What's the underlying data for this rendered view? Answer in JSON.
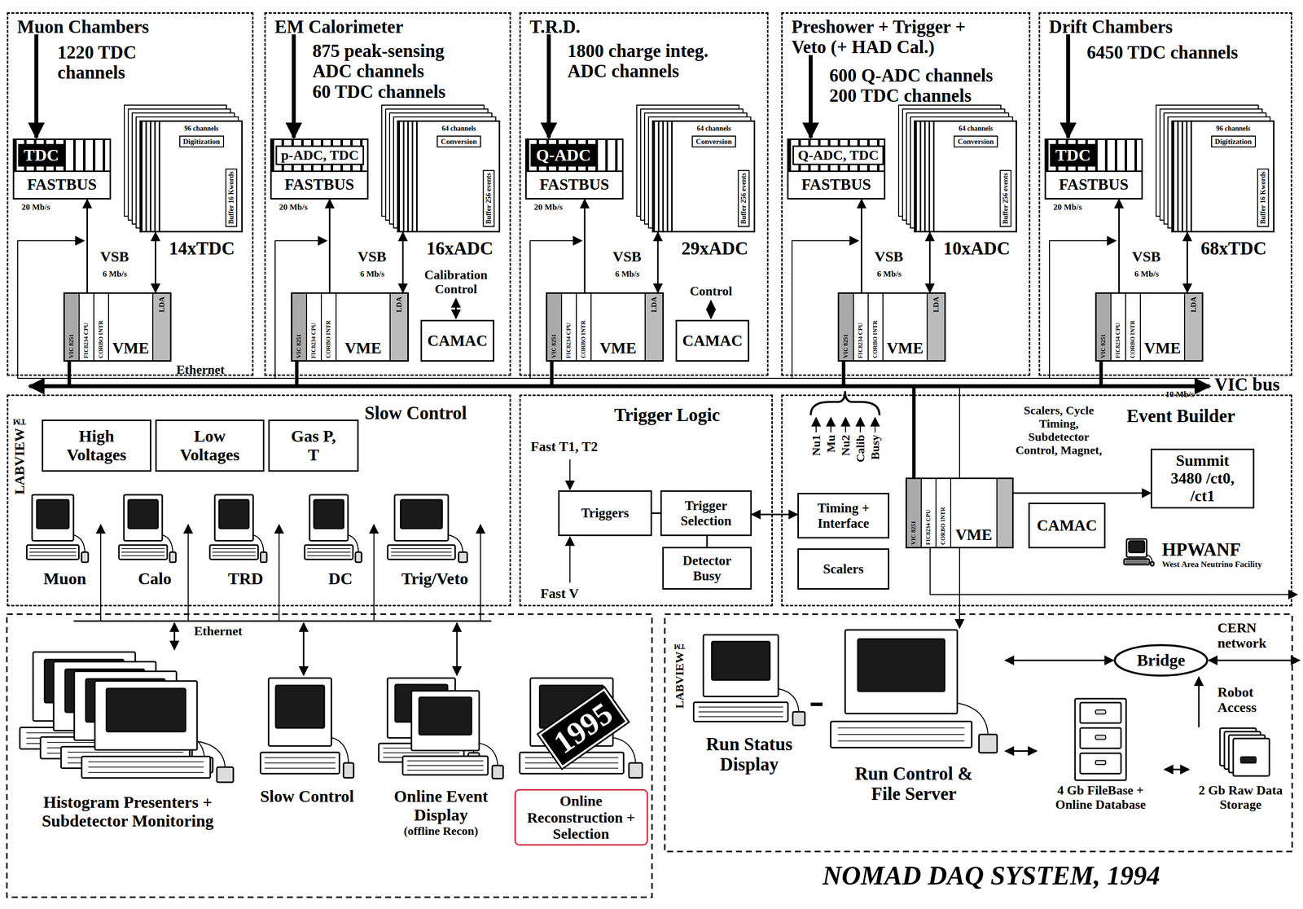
{
  "diagram": {
    "title": "NOMAD DAQ SYSTEM, 1994",
    "nodes": [
      {
        "text": [
          "Muon Chambers",
          "1220 TDC channels"
        ]
      },
      {
        "text": [
          "TDC",
          "FASTBUS"
        ],
        "in": 0
      },
      {
        "text": [
          "96 channels",
          "Digitization",
          "Buffer 16 Kwords"
        ],
        "in": 0
      },
      {
        "text": [
          "VIC 8251",
          "FIC8234 CPU",
          "CORBO INTR",
          "VME",
          "LDA"
        ],
        "in": 0
      },
      {
        "text": [
          "EM Calorimeter",
          "875 peak-sensing ADC channels",
          "60 TDC channels"
        ]
      },
      {
        "text": [
          "p-ADC, TDC",
          "FASTBUS"
        ],
        "in": 4
      },
      {
        "text": [
          "64 channels",
          "Conversion",
          "Buffer 256 events"
        ],
        "in": 4
      },
      {
        "text": [
          "VIC 8251",
          "FIC8234 CPU",
          "CORBO INTR",
          "VME",
          "LDA"
        ],
        "in": 4
      },
      {
        "text": [
          "CAMAC"
        ],
        "in": 4
      },
      {
        "text": [
          "T.R.D.",
          "1800 charge integ. ADC channels"
        ]
      },
      {
        "text": [
          "Q-ADC",
          "FASTBUS"
        ],
        "in": 9
      },
      {
        "text": [
          "64 channels",
          "Conversion",
          "Buffer 256 events"
        ],
        "in": 9
      },
      {
        "text": [
          "VIC 8251",
          "FIC8234 CPU",
          "CORBO INTR",
          "VME",
          "LDA"
        ],
        "in": 9
      },
      {
        "text": [
          "CAMAC"
        ],
        "in": 9
      },
      {
        "text": [
          "Preshower + Trigger + Veto (+ HAD Cal.)",
          "600 Q-ADC channels",
          "200 TDC channels"
        ]
      },
      {
        "text": [
          "Q-ADC, TDC",
          "FASTBUS"
        ],
        "in": 14
      },
      {
        "text": [
          "64 channels",
          "Conversion",
          "Buffer 256 events"
        ],
        "in": 14
      },
      {
        "text": [
          "VIC 8251",
          "FIC8234 CPU",
          "CORBO INTR",
          "VME",
          "LDA"
        ],
        "in": 14
      },
      {
        "text": [
          "Drift Chambers",
          "6450 TDC channels"
        ]
      },
      {
        "text": [
          "TDC",
          "FASTBUS"
        ],
        "in": 18
      },
      {
        "text": [
          "96 channels",
          "Digitization",
          "Buffer 16 Kwords"
        ],
        "in": 18
      },
      {
        "text": [
          "VIC 8251",
          "FIC8234 CPU",
          "CORBO INTR",
          "VME",
          "LDA"
        ],
        "in": 18
      },
      {
        "text": [
          "Slow Control"
        ]
      },
      {
        "text": [
          "High Voltages"
        ],
        "in": 22
      },
      {
        "text": [
          "Low Voltages"
        ],
        "in": 22
      },
      {
        "text": [
          "Gas P, T"
        ],
        "in": 22
      },
      {
        "text": [
          "Muon"
        ],
        "in": 22
      },
      {
        "text": [
          "Calo"
        ],
        "in": 22
      },
      {
        "text": [
          "TRD"
        ],
        "in": 22
      },
      {
        "text": [
          "DC"
        ],
        "in": 22
      },
      {
        "text": [
          "Trig/Veto"
        ],
        "in": 22
      },
      {
        "text": [
          "Trigger Logic"
        ]
      },
      {
        "text": [
          "Triggers"
        ],
        "in": 31
      },
      {
        "text": [
          "Trigger Selection"
        ],
        "in": 31
      },
      {
        "text": [
          "Detector Busy"
        ],
        "in": 31
      },
      {
        "text": [
          "Event Builder"
        ]
      },
      {
        "text": [
          "Timing + Interface"
        ],
        "in": 35
      },
      {
        "text": [
          "Scalers"
        ],
        "in": 35
      },
      {
        "text": [
          "VIC 8251",
          "FIC8234 CPU",
          "CORBO INTR",
          "VME"
        ],
        "in": 35
      },
      {
        "text": [
          "CAMAC"
        ],
        "in": 35
      },
      {
        "text": [
          "Summit 3480 /ct0, /ct1"
        ],
        "in": 35
      },
      {
        "text": [
          "HPWANF",
          "West Area Neutrino Facility"
        ],
        "in": 35
      },
      {
        "text": [
          "Histogram Presenters + Subdetector Monitoring"
        ]
      },
      {
        "text": [
          "Slow Control"
        ]
      },
      {
        "text": [
          "Online Event Display",
          "(offline Recon)"
        ]
      },
      {
        "text": [
          "Online Reconstruction + Selection"
        ]
      },
      {
        "text": [
          "Run Status Display"
        ]
      },
      {
        "text": [
          "Run Control & File Server"
        ]
      },
      {
        "text": [
          "Bridge"
        ]
      },
      {
        "text": [
          "4 Gb FileBase + Online Database"
        ]
      },
      {
        "text": [
          "2 Gb Raw Data Storage"
        ]
      }
    ],
    "edges": [
      {
        "from": 3,
        "to": 1,
        "arrow": "to"
      },
      {
        "from": 2,
        "to": 3,
        "arrow": "both"
      },
      {
        "from": 7,
        "to": 5,
        "arrow": "to"
      },
      {
        "from": 6,
        "to": 7,
        "arrow": "both"
      },
      {
        "from": 12,
        "to": 10,
        "arrow": "to"
      },
      {
        "from": 11,
        "to": 12,
        "arrow": "both"
      },
      {
        "from": 17,
        "to": 15,
        "arrow": "to"
      },
      {
        "from": 16,
        "to": 17,
        "arrow": "both"
      },
      {
        "from": 21,
        "to": 19,
        "arrow": "to"
      },
      {
        "from": 20,
        "to": 21,
        "arrow": "both"
      },
      {
        "from": 32,
        "to": 33,
        "arrow": "none"
      },
      {
        "from": 33,
        "to": 36,
        "arrow": "both"
      },
      {
        "from": 33,
        "to": 34,
        "arrow": "none"
      },
      {
        "from": 38,
        "to": 40,
        "arrow": "to"
      },
      {
        "from": 46,
        "to": 47,
        "arrow": "none"
      },
      {
        "from": 47,
        "to": 48,
        "arrow": "both"
      },
      {
        "from": 47,
        "to": 49,
        "arrow": "both"
      },
      {
        "from": 49,
        "to": 50,
        "arrow": "both"
      },
      {
        "from": 50,
        "to": 48,
        "arrow": "to"
      }
    ],
    "labels": [
      "20 Mb/s",
      "VSB",
      "6 Mb/s",
      "14xTDC",
      "Ethernet",
      "20 Mb/s",
      "VSB",
      "6 Mb/s",
      "16xADC",
      "Calibration Control",
      "20 Mb/s",
      "VSB",
      "6 Mb/s",
      "29xADC",
      "Control",
      "VSB",
      "6 Mb/s",
      "10xADC",
      "20 Mb/s",
      "VSB",
      "6 Mb/s",
      "68xTDC",
      "VIC bus",
      "10 Mb/s",
      "LABVIEW™",
      "Fast T1, T2",
      "Fast V",
      "Nu1",
      "Mu",
      "Nu2",
      "Calib",
      "Busy",
      "Scalers, Cycle Timing, Subdetector Control, Magnet,",
      "Ethernet",
      "1995",
      "LABVIEW™",
      "CERN network",
      "Robot Access"
    ]
  }
}
